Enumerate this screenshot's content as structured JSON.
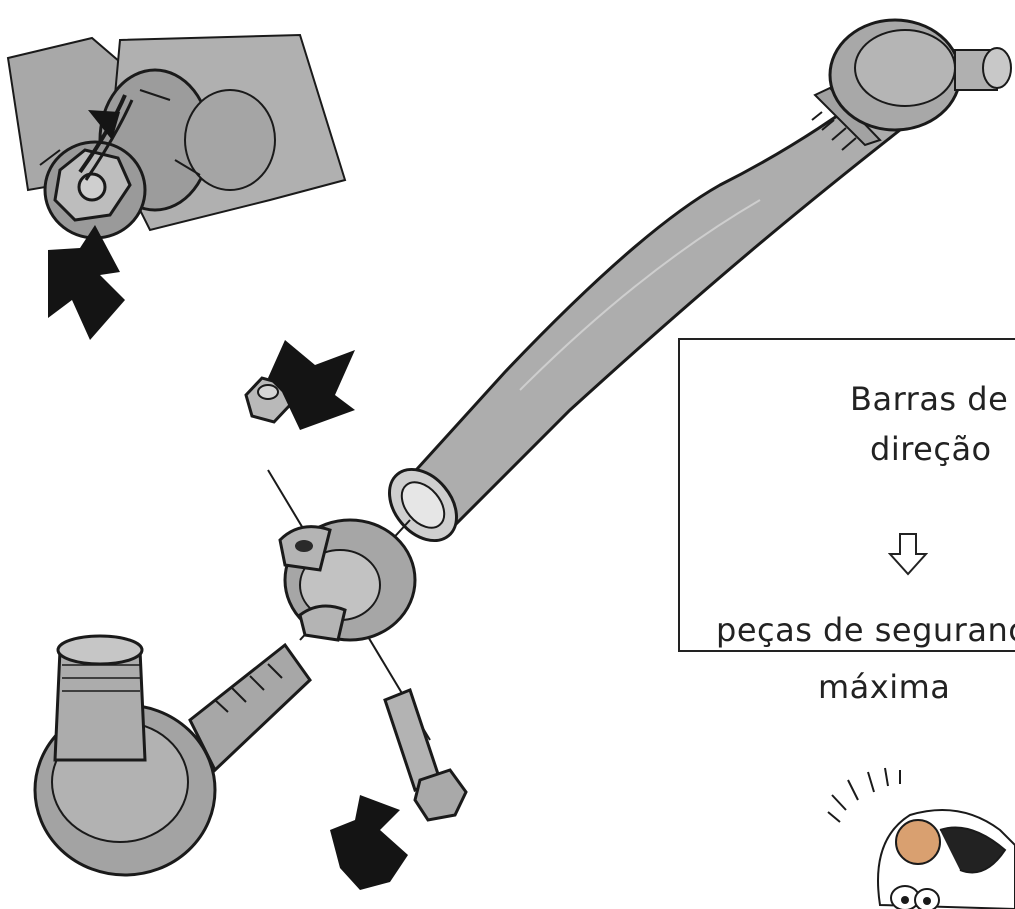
{
  "callout": {
    "line1": "Barras de",
    "line2": "direção",
    "line3": "peças de segurança",
    "line4": "máxima",
    "arrow_icon": "hollow-arrow-down-icon"
  },
  "colors": {
    "part_gray": "#a9a9a9",
    "outline": "#1a1a1a",
    "marker": "#141414"
  }
}
